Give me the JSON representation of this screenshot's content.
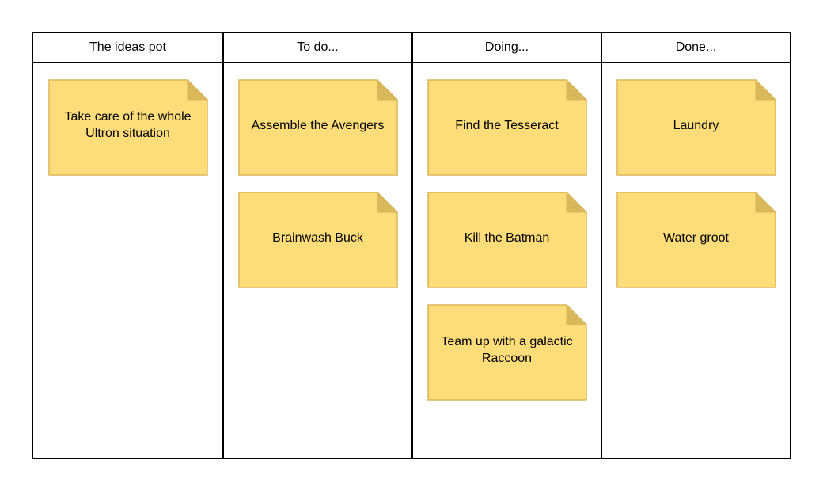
{
  "colors": {
    "note_fill": "#FDDC7A",
    "note_stroke": "#D9B657",
    "note_fold": "#D9B85C",
    "border": "#000000"
  },
  "columns": [
    {
      "title": "The ideas pot",
      "cards": [
        {
          "text": "Take care of the whole Ultron situation"
        }
      ]
    },
    {
      "title": "To do...",
      "cards": [
        {
          "text": "Assemble the Avengers"
        },
        {
          "text": "Brainwash Buck"
        }
      ]
    },
    {
      "title": "Doing...",
      "cards": [
        {
          "text": "Find the Tesseract"
        },
        {
          "text": "Kill the Batman"
        },
        {
          "text": "Team up with a galactic Raccoon"
        }
      ]
    },
    {
      "title": "Done...",
      "cards": [
        {
          "text": "Laundry"
        },
        {
          "text": "Water groot"
        }
      ]
    }
  ]
}
